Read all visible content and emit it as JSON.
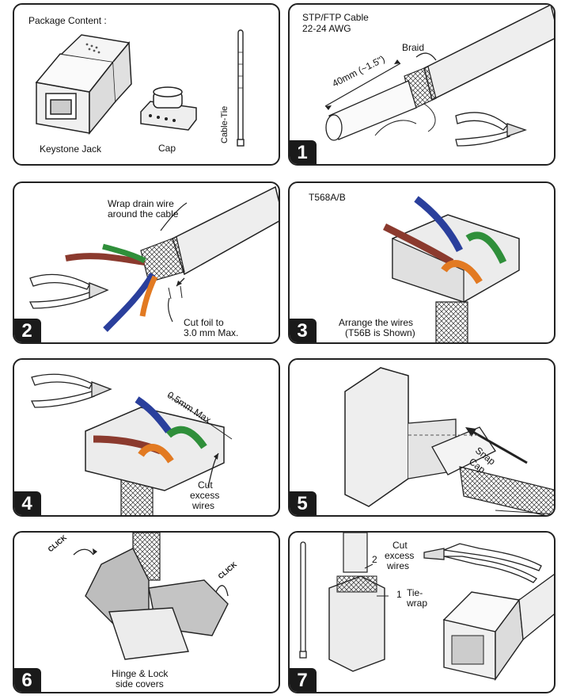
{
  "panels": {
    "p0": {
      "title": "Package Content :",
      "jack_label": "Keystone Jack",
      "cap_label": "Cap",
      "tie_label": "Cable-Tie"
    },
    "p1": {
      "number": "1",
      "title_line1": "STP/FTP Cable",
      "title_line2": "22-24 AWG",
      "braid_label": "Braid",
      "length_label": "40mm (~1.5\")"
    },
    "p2": {
      "number": "2",
      "drain_line1": "Wrap drain wire",
      "drain_line2": "around the cable",
      "foil_line1": "Cut foil to",
      "foil_line2": "3.0 mm Max."
    },
    "p3": {
      "number": "3",
      "title": "T568A/B",
      "caption_line1": "Arrange the wires",
      "caption_line2": "(T56B is Shown)"
    },
    "p4": {
      "number": "4",
      "max_label": "0.5mm Max.",
      "cut_line1": "Cut",
      "cut_line2": "excess",
      "cut_line3": "wires"
    },
    "p5": {
      "number": "5",
      "snap_line1": "Snap",
      "snap_line2": "Cap"
    },
    "p6": {
      "number": "6",
      "click_left": "CLICK",
      "click_right": "CLICK",
      "caption_line1": "Hinge & Lock",
      "caption_line2": "side covers"
    },
    "p7": {
      "number": "7",
      "step2_num": "2",
      "cut_line1": "Cut",
      "cut_line2": "excess",
      "cut_line3": "wires",
      "step1_num": "1",
      "tie_line1": "Tie-",
      "tie_line2": "wrap"
    }
  },
  "colors": {
    "border": "#222222",
    "badge": "#1a1a1a",
    "wire_brown": "#8b3a2e",
    "wire_blue": "#2a3f9c",
    "wire_green": "#2f8f3a",
    "wire_orange": "#e27a22",
    "body_gray": "#e6e6e6"
  }
}
